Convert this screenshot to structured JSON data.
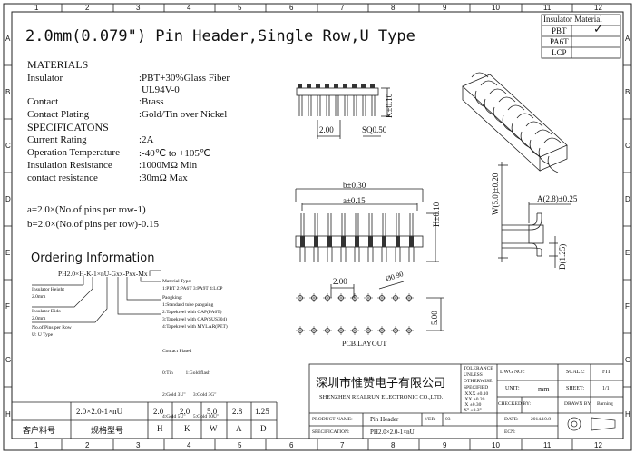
{
  "frame": {
    "col_labels": [
      "1",
      "2",
      "3",
      "4",
      "5",
      "6",
      "7",
      "8",
      "9",
      "10",
      "11",
      "12"
    ],
    "row_labels": [
      "A",
      "B",
      "C",
      "D",
      "E",
      "F",
      "G",
      "H"
    ]
  },
  "title": "2.0mm(0.079\") Pin Header,Single Row,U Type",
  "insulator_material": {
    "header": "Insulator Material",
    "options": [
      "PBT",
      "PA6T",
      "LCP"
    ],
    "selected": "PBT",
    "check": "✓"
  },
  "materials": {
    "heading": "MATERIALS",
    "rows": [
      {
        "label": "Insulator",
        "value": ":PBT+30%Glass Fiber"
      },
      {
        "label": "",
        "value": "UL94V-0"
      },
      {
        "label": "Contact",
        "value": ":Brass"
      },
      {
        "label": "Contact Plating",
        "value": ":Gold/Tin over Nickel"
      }
    ]
  },
  "specifications": {
    "heading": "SPECIFICATONS",
    "rows": [
      {
        "label": "Current Rating",
        "value": ":2A"
      },
      {
        "label": "Operation Temperature",
        "value": ":-40℃ to +105℃"
      },
      {
        "label": "Insulation Resistance",
        "value": ":1000MΩ Min"
      },
      {
        "label": "contact resistance",
        "value": ":30mΩ Max"
      }
    ]
  },
  "formulas": [
    "a=2.0×(No.of pins per row-1)",
    "b=2.0×(No.of pins per row)-0.15"
  ],
  "ordering": {
    "heading": "Ordering Information",
    "part_code": "PH2.0×H-K-1×nU-Gxx-Pxx-Mx",
    "callouts_left": [
      {
        "lines": [
          "Insulator Height",
          "2.0mm"
        ]
      },
      {
        "lines": [
          "Insulator Dido",
          "2.0mm"
        ]
      },
      {
        "lines": [
          "No.of Pins per Row",
          "U: U Type"
        ]
      }
    ],
    "material_type": {
      "lines": [
        "Material Type:",
        "1:PBT 2:PA6T 3:PA9T 4:LCP"
      ]
    },
    "packaging": {
      "lines": [
        "Paogking:",
        "1:Standard tube paogaing",
        "2:Tapekreel with CAP(PA6T)",
        "3:Tapekreel with CAP(SUS304)",
        "4:Tapekreel with MYLAR(PET)"
      ]
    },
    "contact_plated": {
      "lines": [
        "Contact Plated",
        "0:Tin          1:Gold flash",
        "2:Gold 3U\"      3:Gold 3G\"",
        "4:Gold 5U\"      5:Gold 10U\""
      ]
    }
  },
  "dimensions": {
    "side_pitch": "2.00",
    "side_sq": "SQ0.50",
    "side_k": "K±0.10",
    "front_b": "b±0.30",
    "front_a": "a±0.15",
    "front_h": "H±0.10",
    "right_a": "A(2.8)±0.25",
    "right_w": "W(5.0)±0.20",
    "right_d": "D(1.25)",
    "pcb_pitch": "2.00",
    "pcb_hole": "Ø0.90",
    "pcb_row": "5.00",
    "pcb_label": "PCB.LAYOUT"
  },
  "param_table": {
    "values": [
      "2.0×2.0-1×nU",
      "2.0",
      "2.0",
      "5.0",
      "2.8",
      "1.25"
    ],
    "headers": [
      "客户料号",
      "规格型号",
      "H",
      "K",
      "W",
      "A",
      "D"
    ]
  },
  "title_block": {
    "company_cn": "深圳市惟赞电子有限公司",
    "company_en": "SHENZHEN REALRUN ELECTRONIC CO.,LTD.",
    "tolerance_title": [
      "TOLERANCE",
      "UNLESS",
      "OTHERWISE",
      "SPECIFIED"
    ],
    "tolerances": [
      ".XXX ±0.10",
      ".XX ±0.20",
      ".X ±0.30",
      "X° ±0.3°"
    ],
    "dwg_no_label": "DWG NO.:",
    "scale_label": "SCALE:",
    "scale_value": "FIT",
    "unit_label": "UNIT:",
    "unit_value": "mm",
    "sheet_label": "SHEET:",
    "sheet_value": "1/1",
    "checked_label": "CHECKED BY:",
    "drawn_label": "DRAWN BY:",
    "drawn_value": "Barning",
    "product_label": "PRODUCT NAME:",
    "product_value": "Pin Header",
    "ver_label": "VER:",
    "ver_value": "03",
    "date_label": "DATE:",
    "date_value": "2014.10.8",
    "spec_label": "SPECIFICATION:",
    "spec_value": "PH2.0×2.0-1×nU",
    "ecn_label": "ECN:"
  }
}
